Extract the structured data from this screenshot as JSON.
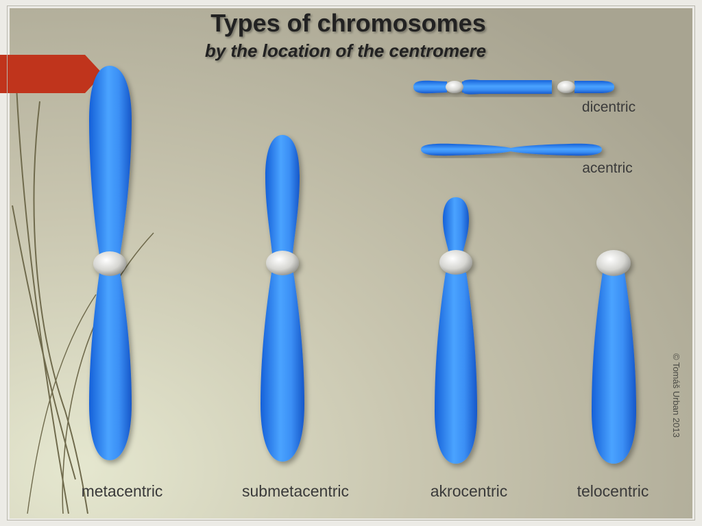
{
  "title": "Types of chromosomes",
  "subtitle": "by the location of the centromere",
  "labels": {
    "metacentric": "metacentric",
    "submetacentric": "submetacentric",
    "akrocentric": "akrocentric",
    "telocentric": "telocentric",
    "dicentric": "dicentric",
    "acentric": "acentric"
  },
  "copyright": "© Tomáš Urban 2013",
  "colors": {
    "chromosome_blue": "#2f7ff0",
    "centromere_grey": "#d9d9d6",
    "accent_red": "#c0341c",
    "background_olive": "#b8b39b"
  }
}
